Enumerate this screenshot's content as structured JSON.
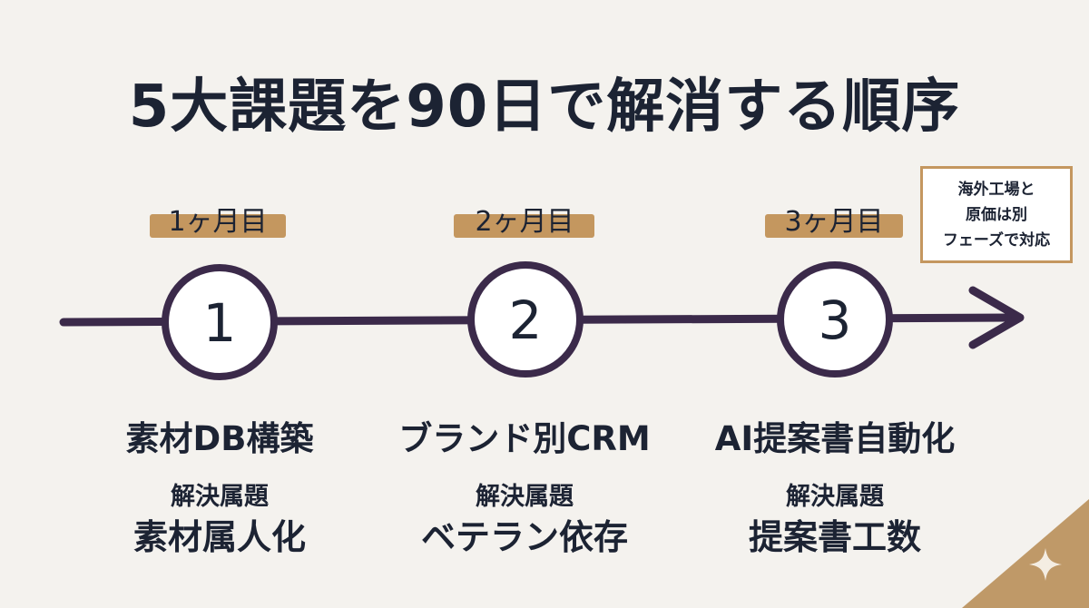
{
  "title": "5大課題を90日で解消する順序",
  "colors": {
    "background": "#F4F2EE",
    "ink": "#1C2333",
    "timeline": "#3B2A4A",
    "highlight": "#C4975F",
    "corner": "#BF9968"
  },
  "milestones": [
    {
      "number": "1",
      "month": "1ヶ月目",
      "title": "素材DB構築",
      "resolve_label": "解決属題",
      "issue": "素材属人化"
    },
    {
      "number": "2",
      "month": "2ヶ月目",
      "title": "ブランド別CRM",
      "resolve_label": "解決属題",
      "issue": "ベテラン依存"
    },
    {
      "number": "3",
      "month": "3ヶ月目",
      "title": "AI提案書自動化",
      "resolve_label": "解決属題",
      "issue": "提案書工数"
    }
  ],
  "note": {
    "lines": [
      "海外工場と",
      "原価は別",
      "フェーズで対応"
    ]
  },
  "icons": {
    "arrow": "arrow-right-icon",
    "sparkle": "sparkle-icon"
  }
}
